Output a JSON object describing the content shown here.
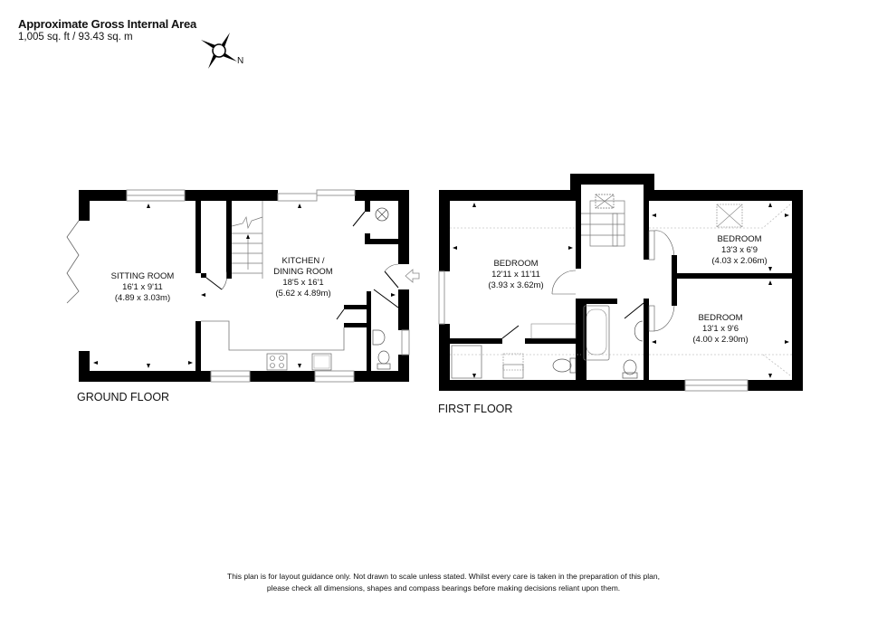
{
  "header": {
    "title": "Approximate Gross Internal Area",
    "area": "1,005 sq. ft / 93.43 sq. m",
    "compass_label": "N"
  },
  "ground_floor": {
    "label": "GROUND FLOOR",
    "rooms": [
      {
        "name": "SITTING ROOM",
        "imperial": "16'1 x 9'11",
        "metric": "(4.89 x 3.03m)"
      },
      {
        "name_line1": "KITCHEN /",
        "name_line2": "DINING ROOM",
        "imperial": "18'5 x 16'1",
        "metric": "(5.62 x 4.89m)"
      }
    ]
  },
  "first_floor": {
    "label": "FIRST FLOOR",
    "rooms": [
      {
        "name": "BEDROOM",
        "imperial": "12'11 x 11'11",
        "metric": "(3.93 x 3.62m)"
      },
      {
        "name": "BEDROOM",
        "imperial": "13'3 x 6'9",
        "metric": "(4.03 x 2.06m)"
      },
      {
        "name": "BEDROOM",
        "imperial": "13'1 x 9'6",
        "metric": "(4.00 x 2.90m)"
      }
    ]
  },
  "disclaimer": {
    "line1": "This plan is for layout guidance only.  Not drawn to scale unless stated. Whilst every care is taken in the preparation of this plan,",
    "line2": "please check all dimensions, shapes and compass bearings before making decisions reliant upon them."
  },
  "colors": {
    "wall": "#000000",
    "window": "#999999",
    "background": "#ffffff"
  }
}
